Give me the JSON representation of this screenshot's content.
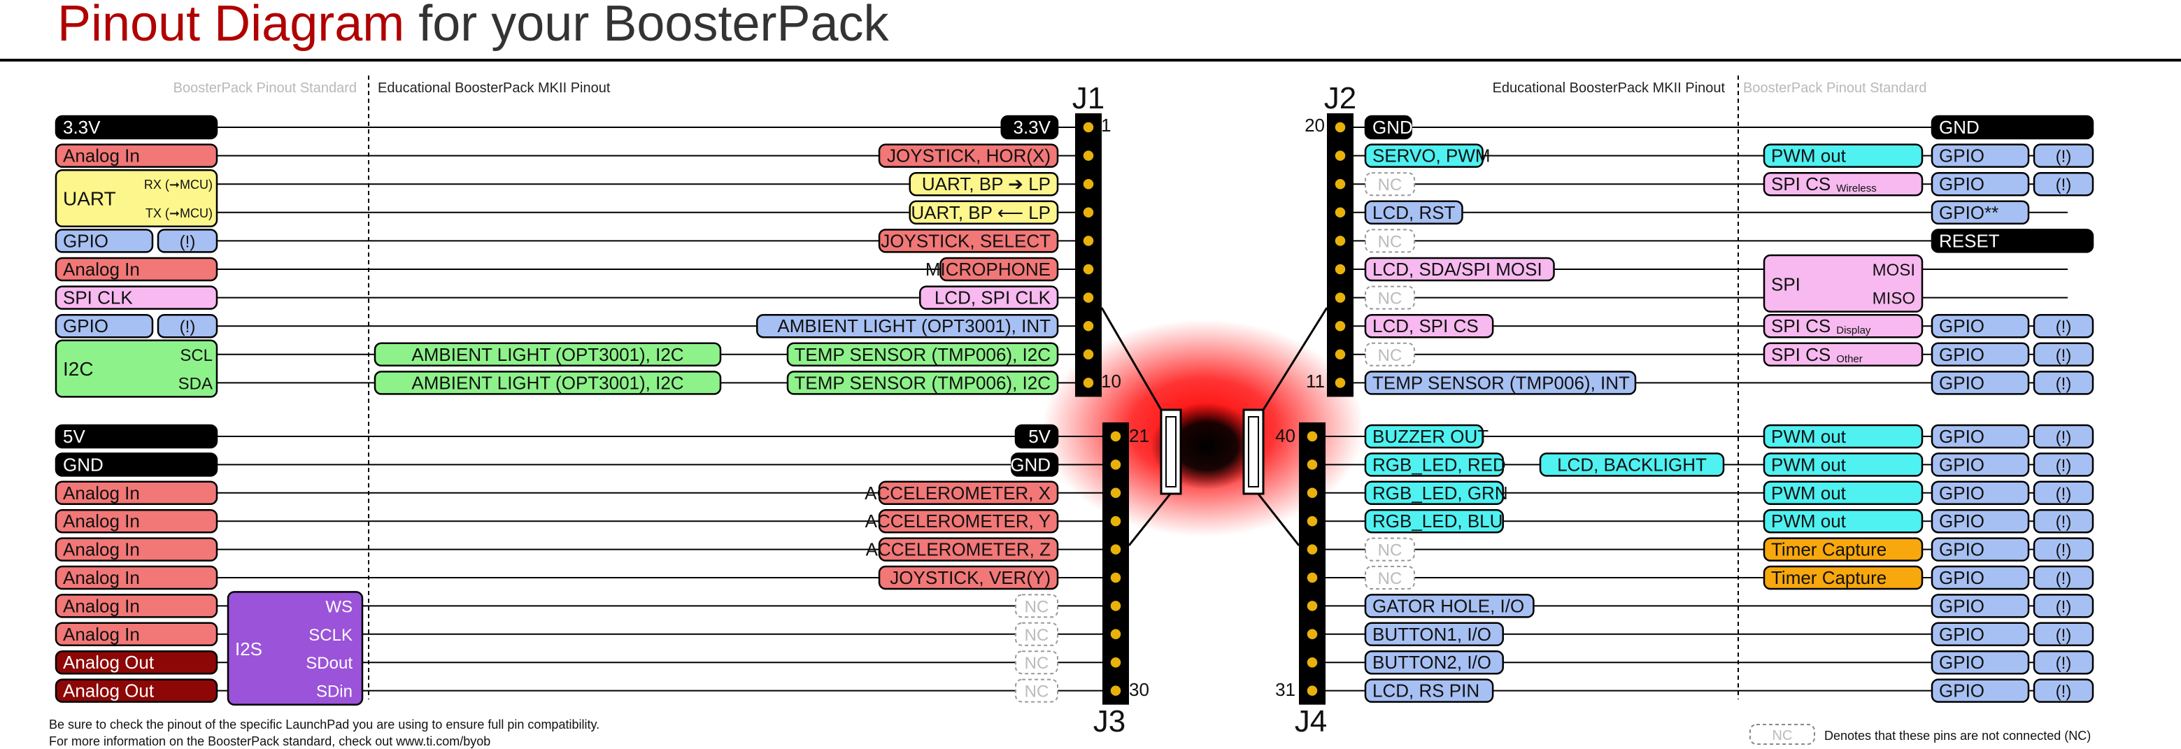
{
  "title": {
    "main": "Pinout Diagram",
    "rest": " for your BoosterPack"
  },
  "headers": {
    "standard_left": "BoosterPack Pinout Standard",
    "edu_left": "Educational BoosterPack MKII Pinout",
    "edu_right": "Educational BoosterPack MKII Pinout",
    "standard_right": "BoosterPack Pinout Standard"
  },
  "connectors": {
    "j1": "J1",
    "j2": "J2",
    "j3": "J3",
    "j4": "J4"
  },
  "pin_numbers": {
    "j1_top": "1",
    "j1_bottom": "10",
    "j2_top": "20",
    "j2_bottom": "11",
    "j3_top": "21",
    "j3_bottom": "30",
    "j4_top": "40",
    "j4_bottom": "31"
  },
  "left_standard": [
    {
      "label": "3.3V",
      "sub": ""
    },
    {
      "label": "Analog In",
      "sub": ""
    },
    {
      "label": "UART",
      "sub": "RX (➞MCU)"
    },
    {
      "label": "",
      "sub": "TX (➞MCU)"
    },
    {
      "label": "GPIO",
      "sub": "(!)"
    },
    {
      "label": "Analog In",
      "sub": ""
    },
    {
      "label": "SPI CLK",
      "sub": ""
    },
    {
      "label": "GPIO",
      "sub": "(!)"
    },
    {
      "label": "I2C",
      "sub": "SCL"
    },
    {
      "label": "",
      "sub": "SDA"
    },
    {
      "label": "5V",
      "sub": ""
    },
    {
      "label": "GND",
      "sub": ""
    },
    {
      "label": "Analog In",
      "sub": ""
    },
    {
      "label": "Analog In",
      "sub": ""
    },
    {
      "label": "Analog In",
      "sub": ""
    },
    {
      "label": "Analog In",
      "sub": ""
    },
    {
      "label": "Analog In",
      "sub": ""
    },
    {
      "label": "Analog In",
      "sub": ""
    },
    {
      "label": "Analog Out",
      "sub": ""
    },
    {
      "label": "Analog Out",
      "sub": ""
    }
  ],
  "i2s": {
    "label": "I2S",
    "signals": [
      "WS",
      "SCLK",
      "SDout",
      "SDin"
    ]
  },
  "j1_labels": [
    "3.3V",
    "JOYSTICK, HOR(X)",
    "UART, BP ➔ LP",
    "UART, BP ⟵ LP",
    "JOYSTICK, SELECT",
    "MICROPHONE",
    "LCD, SPI CLK",
    "AMBIENT LIGHT (OPT3001), INT",
    "TEMP SENSOR (TMP006), I2C",
    "TEMP SENSOR (TMP006), I2C"
  ],
  "j1_extra": [
    "AMBIENT LIGHT (OPT3001), I2C",
    "AMBIENT LIGHT (OPT3001), I2C"
  ],
  "j3_labels": [
    "5V",
    "GND",
    "ACCELEROMETER, X",
    "ACCELEROMETER, Y",
    "ACCELEROMETER, Z",
    "JOYSTICK, VER(Y)",
    "NC",
    "NC",
    "NC",
    "NC"
  ],
  "j2_labels": [
    "GND",
    "SERVO, PWM",
    "NC",
    "LCD, RST",
    "NC",
    "LCD, SDA/SPI MOSI",
    "NC",
    "LCD, SPI CS",
    "NC",
    "TEMP SENSOR (TMP006), INT"
  ],
  "j4_labels": [
    "BUZZER OUT",
    "RGB_LED, RED",
    "RGB_LED, GRN",
    "RGB_LED, BLU",
    "NC",
    "NC",
    "GATOR HOLE, I/O",
    "BUTTON1, I/O",
    "BUTTON2, I/O",
    "LCD, RS PIN"
  ],
  "j4_extra": "LCD, BACKLIGHT",
  "right_standard": [
    {
      "func": "",
      "gpio": "GND",
      "warn": ""
    },
    {
      "func": "PWM out",
      "gpio": "GPIO",
      "warn": "(!)"
    },
    {
      "func": "SPI CS",
      "func_sub": "Wireless",
      "gpio": "GPIO",
      "warn": "(!)"
    },
    {
      "func": "",
      "gpio": "GPIO**",
      "warn": ""
    },
    {
      "func": "",
      "gpio": "RESET",
      "warn": ""
    },
    {
      "func": "SPI",
      "gpio": "",
      "warn": ""
    },
    {
      "func": "",
      "gpio": "",
      "warn": ""
    },
    {
      "func": "SPI CS",
      "func_sub": "Display",
      "gpio": "GPIO",
      "warn": "(!)"
    },
    {
      "func": "SPI CS",
      "func_sub": "Other",
      "gpio": "GPIO",
      "warn": "(!)"
    },
    {
      "func": "",
      "gpio": "GPIO",
      "warn": "(!)"
    },
    {
      "func": "PWM out",
      "gpio": "GPIO",
      "warn": "(!)"
    },
    {
      "func": "PWM out",
      "gpio": "GPIO",
      "warn": "(!)"
    },
    {
      "func": "PWM out",
      "gpio": "GPIO",
      "warn": "(!)"
    },
    {
      "func": "PWM out",
      "gpio": "GPIO",
      "warn": "(!)"
    },
    {
      "func": "Timer Capture",
      "gpio": "GPIO",
      "warn": "(!)"
    },
    {
      "func": "Timer Capture",
      "gpio": "GPIO",
      "warn": "(!)"
    },
    {
      "func": "",
      "gpio": "GPIO",
      "warn": "(!)"
    },
    {
      "func": "",
      "gpio": "GPIO",
      "warn": "(!)"
    },
    {
      "func": "",
      "gpio": "GPIO",
      "warn": "(!)"
    },
    {
      "func": "",
      "gpio": "GPIO",
      "warn": "(!)"
    }
  ],
  "spi_signals": [
    "MOSI",
    "MISO"
  ],
  "notes": {
    "line1": "Be sure to check the pinout of the specific LaunchPad you are using to ensure full pin compatibility.",
    "line2": "For more information on the BoosterPack standard, check out www.ti.com/byob",
    "nc_tag": "NC",
    "nc_legend": "Denotes that these pins are not connected (NC)"
  },
  "colors": {
    "red": "#f27777",
    "pink": "#f7b9ef",
    "yellow": "#fdf68c",
    "blue": "#a7c0f3",
    "green": "#8ef28a",
    "cyan": "#4ff1f1",
    "purple": "#9a53d9",
    "orange": "#f8a80d",
    "dark_red": "#8d0707",
    "black": "#000000",
    "title_red": "#b00000"
  }
}
